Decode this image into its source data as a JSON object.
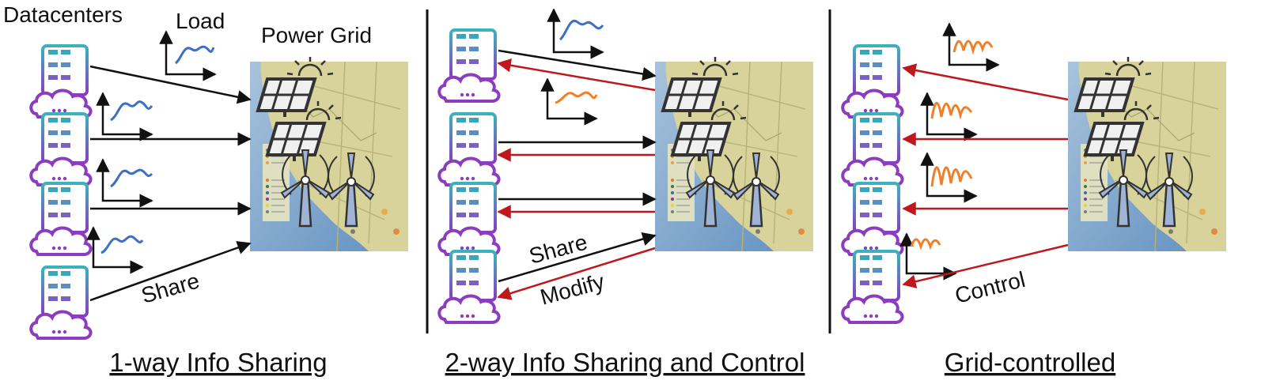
{
  "labels": {
    "datacenters": "Datacenters",
    "load": "Load",
    "power_grid": "Power Grid",
    "share": "Share",
    "modify": "Modify",
    "control": "Control"
  },
  "panels": [
    {
      "caption": "1-way Info Sharing"
    },
    {
      "caption": "2-way Info Sharing and Control"
    },
    {
      "caption": "Grid-controlled"
    }
  ],
  "colors": {
    "share_arrow": "#111111",
    "control_arrow": "#c0171c",
    "load_curve_dc": "#3d6fc4",
    "load_curve_grid": "#f07f2a",
    "map_land": "#d8d39a",
    "map_sea": "#8fb1d2",
    "dc_teal": "#3aa6b9",
    "dc_purple": "#8b3dbd"
  },
  "icons": [
    "datacenter-cloud-icon",
    "solar-panel-icon",
    "sun-icon",
    "wind-turbine-icon",
    "california-grid-map"
  ]
}
